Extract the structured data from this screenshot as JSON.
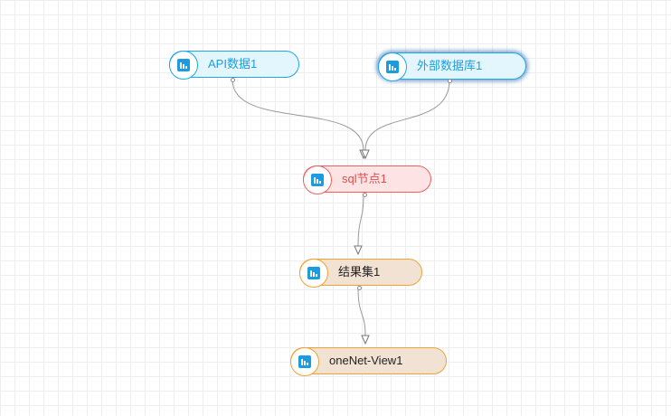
{
  "diagram": {
    "nodes": [
      {
        "id": "n1",
        "label": "API数据1",
        "kind": "source",
        "icon": "bar-chart-icon"
      },
      {
        "id": "n2",
        "label": "外部数据库1",
        "kind": "source",
        "icon": "bar-chart-icon",
        "selected": true
      },
      {
        "id": "n3",
        "label": "sql节点1",
        "kind": "transform",
        "icon": "bar-chart-icon"
      },
      {
        "id": "n4",
        "label": "结果集1",
        "kind": "output",
        "icon": "bar-chart-icon"
      },
      {
        "id": "n5",
        "label": "oneNet-View1",
        "kind": "output",
        "icon": "bar-chart-icon"
      }
    ],
    "edges": [
      {
        "from": "n1",
        "to": "n3"
      },
      {
        "from": "n2",
        "to": "n3"
      },
      {
        "from": "n3",
        "to": "n4"
      },
      {
        "from": "n4",
        "to": "n5"
      }
    ]
  },
  "colors": {
    "icon": "#1b9ce2",
    "edge": "#999999",
    "source_border": "#1ea7e6",
    "transform_border": "#ef5f5f",
    "output_border": "#f0a234"
  }
}
